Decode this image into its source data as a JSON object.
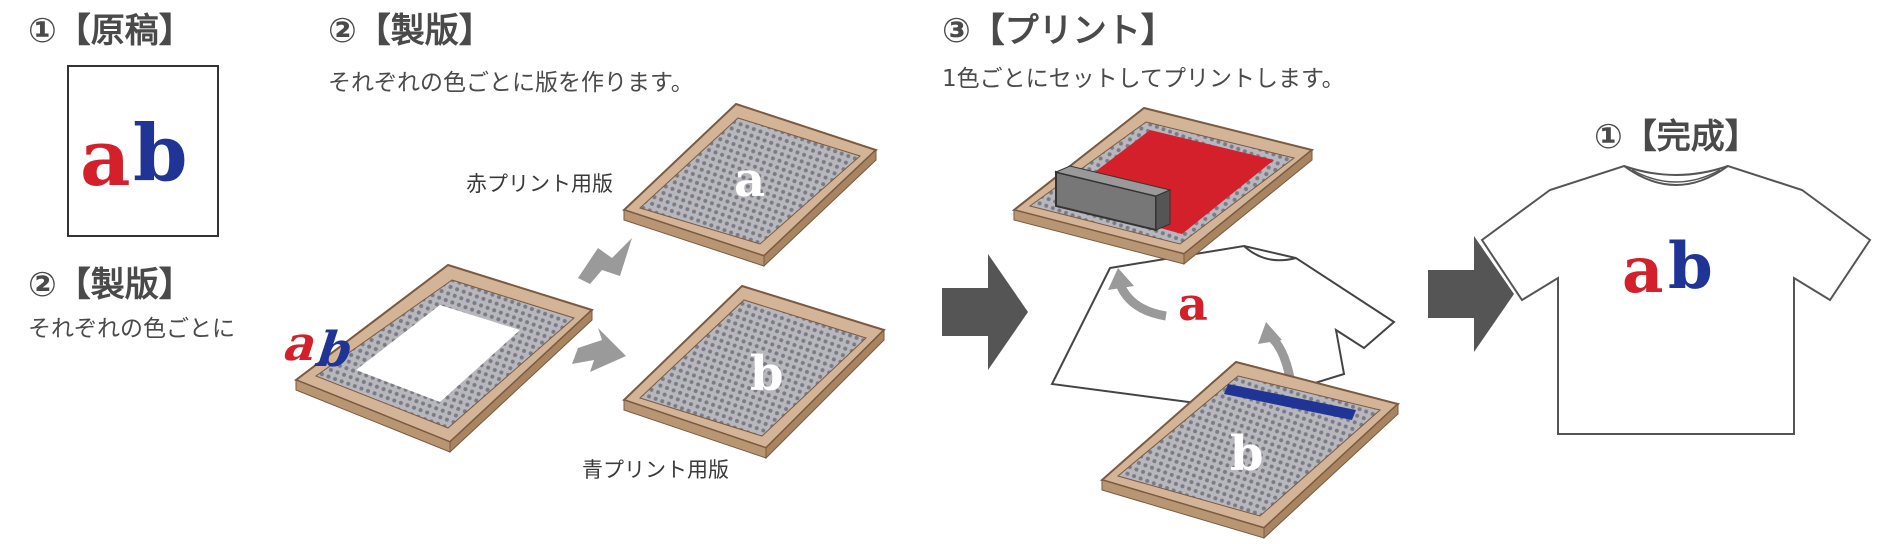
{
  "steps": {
    "original": {
      "title": "①【原稿】"
    },
    "platemaking_left": {
      "title": "②【製版】",
      "caption": "それぞれの色ごとに"
    },
    "platemaking": {
      "title": "②【製版】",
      "caption": "それぞれの色ごとに版を作ります。"
    },
    "print": {
      "title": "③【プリント】",
      "caption": "1色ごとにセットしてプリントします。"
    },
    "done": {
      "title": "①【完成】"
    }
  },
  "plates": {
    "red_label": "赤プリント用版",
    "blue_label": "青プリント用版"
  },
  "artwork": {
    "letter_a": "a",
    "letter_b": "b"
  },
  "colors": {
    "red": "#d3202a",
    "blue": "#1f3494",
    "frame": "#d4b497",
    "frame_edge": "#7a5a40",
    "mesh": "#9a9aa2",
    "arrow_dark": "#555555",
    "arrow_light": "#9a9a9a"
  }
}
